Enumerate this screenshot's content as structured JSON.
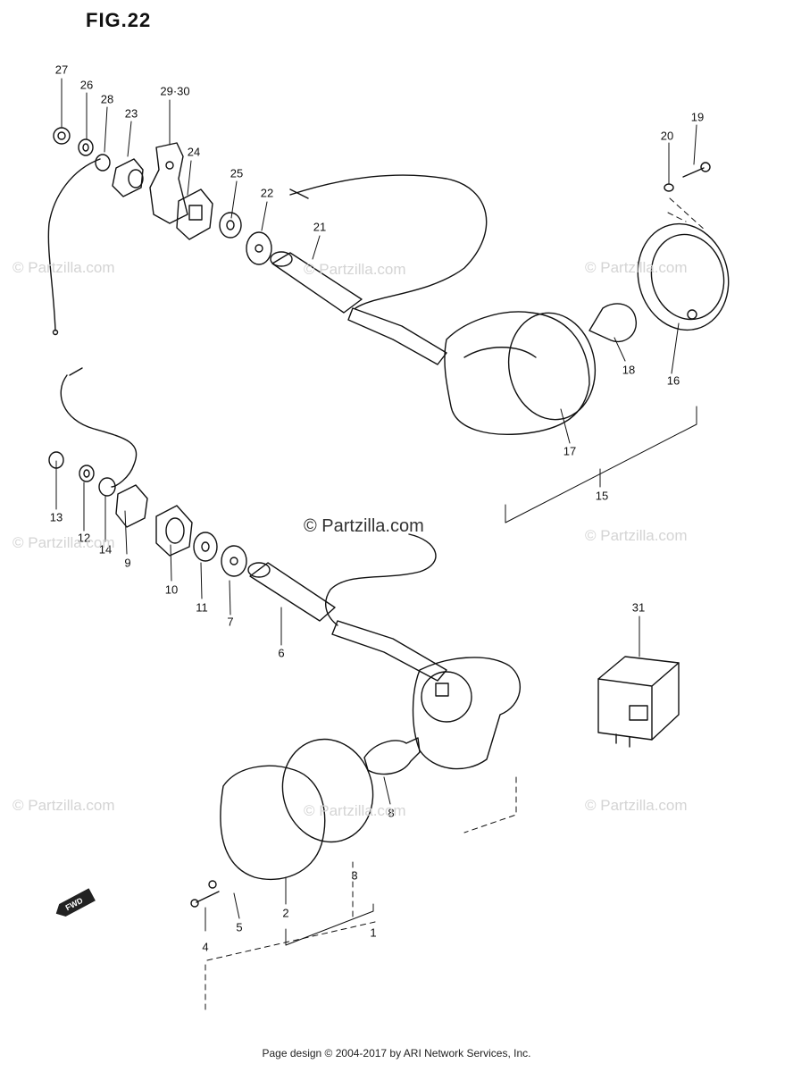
{
  "figure": {
    "title": "FIG.22"
  },
  "callouts": [
    {
      "id": "c27",
      "label": "27"
    },
    {
      "id": "c26",
      "label": "26"
    },
    {
      "id": "c28",
      "label": "28"
    },
    {
      "id": "c23",
      "label": "23"
    },
    {
      "id": "c2930",
      "label": "29·30"
    },
    {
      "id": "c24",
      "label": "24"
    },
    {
      "id": "c25",
      "label": "25"
    },
    {
      "id": "c22",
      "label": "22"
    },
    {
      "id": "c21",
      "label": "21"
    },
    {
      "id": "c20",
      "label": "20"
    },
    {
      "id": "c19",
      "label": "19"
    },
    {
      "id": "c18",
      "label": "18"
    },
    {
      "id": "c16",
      "label": "16"
    },
    {
      "id": "c17",
      "label": "17"
    },
    {
      "id": "c15",
      "label": "15"
    },
    {
      "id": "c13",
      "label": "13"
    },
    {
      "id": "c12",
      "label": "12"
    },
    {
      "id": "c14",
      "label": "14"
    },
    {
      "id": "c9",
      "label": "9"
    },
    {
      "id": "c10",
      "label": "10"
    },
    {
      "id": "c11",
      "label": "11"
    },
    {
      "id": "c7",
      "label": "7"
    },
    {
      "id": "c6",
      "label": "6"
    },
    {
      "id": "c31",
      "label": "31"
    },
    {
      "id": "c8",
      "label": "8"
    },
    {
      "id": "c3",
      "label": "3"
    },
    {
      "id": "c2",
      "label": "2"
    },
    {
      "id": "c4",
      "label": "4"
    },
    {
      "id": "c5",
      "label": "5"
    },
    {
      "id": "c1",
      "label": "1"
    }
  ],
  "watermark": {
    "text": "© Partzilla.com",
    "center_text": "© Partzilla.com"
  },
  "fwd_label": "FWD",
  "footer": "Page design © 2004-2017 by ARI Network Services, Inc."
}
